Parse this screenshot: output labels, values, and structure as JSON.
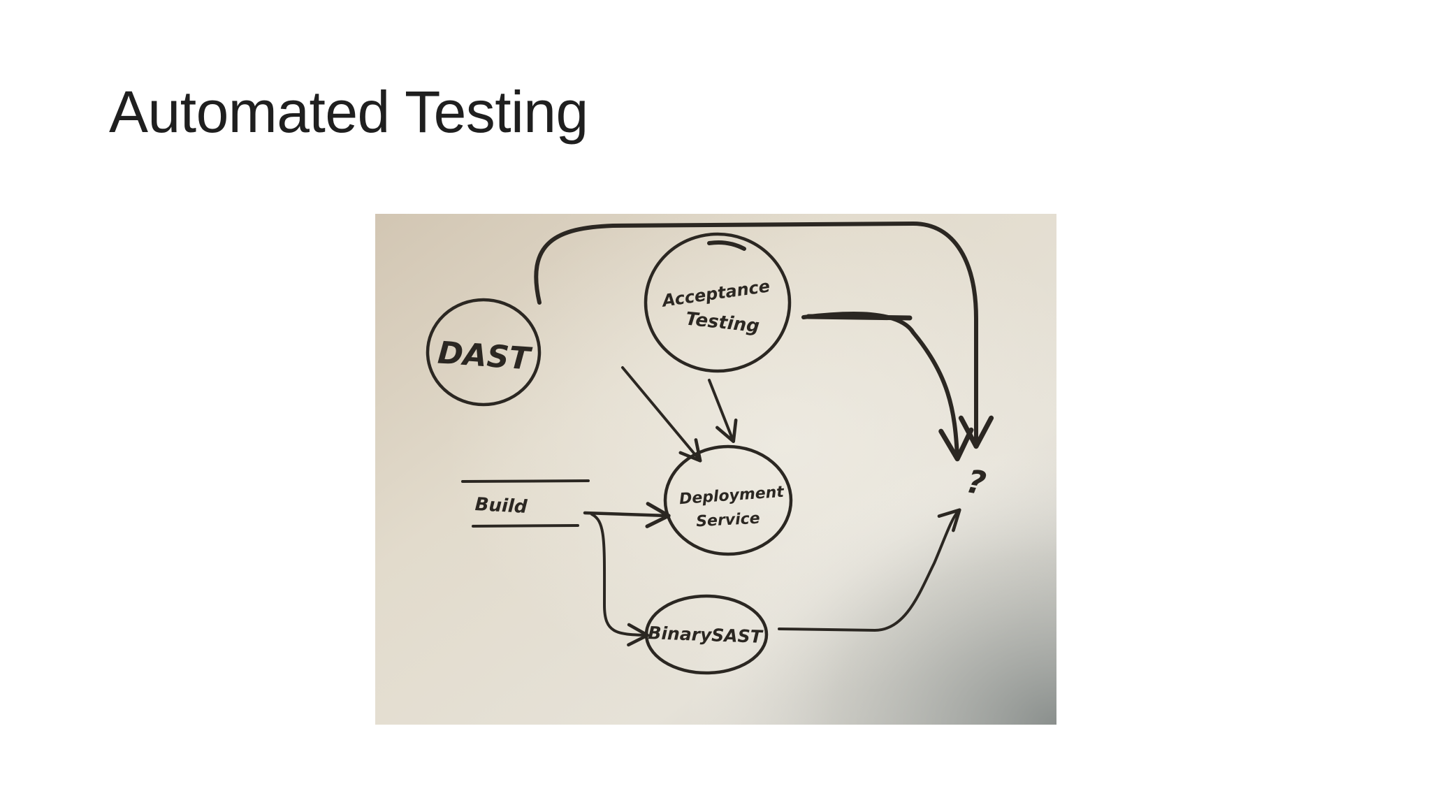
{
  "slide": {
    "title": "Automated Testing"
  },
  "whiteboard": {
    "nodes": {
      "dast": "DAST",
      "acceptance_line1": "Acceptance",
      "acceptance_line2": "Testing",
      "build": "Build",
      "deployment_line1": "Deployment",
      "deployment_line2": "Service",
      "binary_sast": "BinarySAST",
      "unknown": "?"
    },
    "colors": {
      "marker": "#2b2722",
      "board_light": "#e4dccd",
      "board_dark": "#9d9b94"
    }
  }
}
